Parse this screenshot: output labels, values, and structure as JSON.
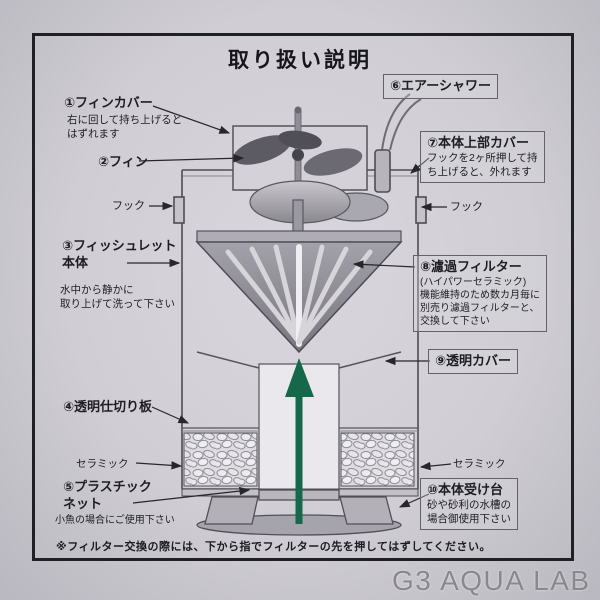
{
  "title": "取り扱い説明",
  "footnote": "※フィルター交換の際には、下から指でフィルターの先を押してはずしてください。",
  "watermark": "G3 AQUA LAB",
  "colors": {
    "flow_arrow_green": "#15694a",
    "frame_black": "#1f1f26",
    "paper_gray": "#d2d0d6"
  },
  "labels": {
    "fin_cover": {
      "title": "①フィンカバー",
      "note": "右に回して持ち上げると\nはずれます"
    },
    "fin": {
      "title": "②フィン"
    },
    "hook_left": {
      "title": "フック"
    },
    "main_body": {
      "title": "③フィッシュレット\n本体",
      "note": "水中から静かに\n取り上げて洗って下さい"
    },
    "partition_plate": {
      "title": "④透明仕切り板"
    },
    "ceramic_left": {
      "title": "セラミック"
    },
    "plastic_net": {
      "title": "⑤プラスチック\nネット",
      "note": "小魚の場合にご使用下さい"
    },
    "air_shower": {
      "title": "⑥エアーシャワー"
    },
    "upper_cover": {
      "title": "⑦本体上部カバー",
      "note": "フックを2ヶ所押して持\nち上げると、外れます"
    },
    "hook_right": {
      "title": "フック"
    },
    "filter": {
      "title": "⑧濾過フィルター",
      "note": "(ハイパワーセラミック)\n機能維持のため数カ月毎に\n別売り濾過フィルターと、\n交換して下さい"
    },
    "clear_cover": {
      "title": "⑨透明カバー"
    },
    "ceramic_right": {
      "title": "セラミック"
    },
    "base_stand": {
      "title": "⑩本体受け台",
      "note": "砂や砂利の水槽の\n場合御使用下さい"
    }
  }
}
